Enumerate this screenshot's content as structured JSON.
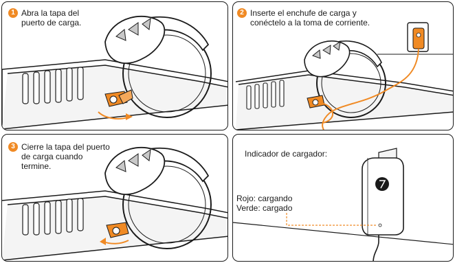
{
  "colors": {
    "accent": "#f08a24",
    "line": "#1a1a1a",
    "shade": "#9a9a9a",
    "panel_bg": "#ffffff"
  },
  "steps": [
    {
      "number": "1",
      "text": "Abra la tapa del\npuerto de carga."
    },
    {
      "number": "2",
      "text": "Inserte el enchufe de carga y\nconéctelo a la toma de corriente."
    },
    {
      "number": "3",
      "text": "Cierre la tapa del puerto\nde carga cuando\ntermine."
    }
  ],
  "indicator": {
    "title": "Indicador de cargador:",
    "states": "Rojo: cargando\nVerde: cargado"
  }
}
